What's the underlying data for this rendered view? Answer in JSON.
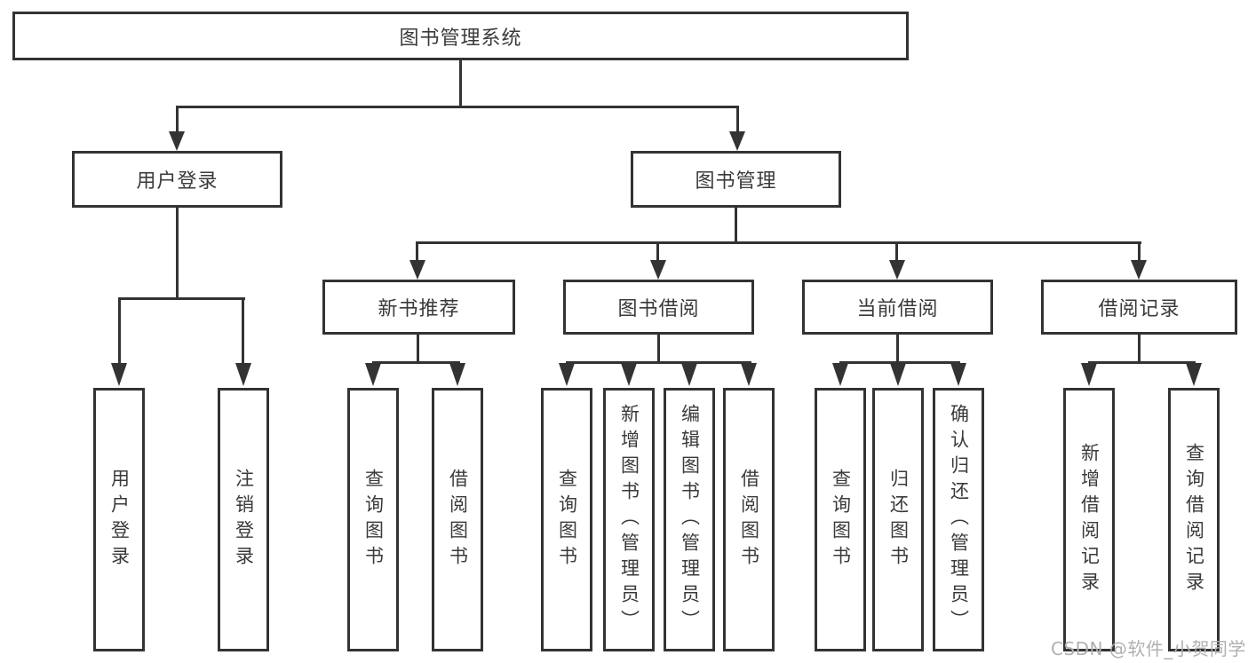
{
  "diagram": {
    "root": {
      "label": "图书管理系统"
    },
    "children": [
      {
        "label": "用户登录",
        "children": [
          {
            "label": "用户登录"
          },
          {
            "label": "注销登录"
          }
        ]
      },
      {
        "label": "图书管理",
        "children": [
          {
            "label": "新书推荐",
            "children": [
              {
                "label": "查询图书"
              },
              {
                "label": "借阅图书"
              }
            ]
          },
          {
            "label": "图书借阅",
            "children": [
              {
                "label": "查询图书"
              },
              {
                "label": "新增图书（管理员）"
              },
              {
                "label": "编辑图书（管理员）"
              },
              {
                "label": "借阅图书"
              }
            ]
          },
          {
            "label": "当前借阅",
            "children": [
              {
                "label": "查询图书"
              },
              {
                "label": "归还图书"
              },
              {
                "label": "确认归还（管理员）"
              }
            ]
          },
          {
            "label": "借阅记录",
            "children": [
              {
                "label": "新增借阅记录"
              },
              {
                "label": "查询借阅记录"
              }
            ]
          }
        ]
      }
    ]
  },
  "watermark": {
    "text": "CSDN @软件_小贺同学"
  },
  "colors": {
    "line": "#333333",
    "text": "#3a3a3a",
    "background": "#ffffff",
    "watermark": "#b0b0b0"
  }
}
